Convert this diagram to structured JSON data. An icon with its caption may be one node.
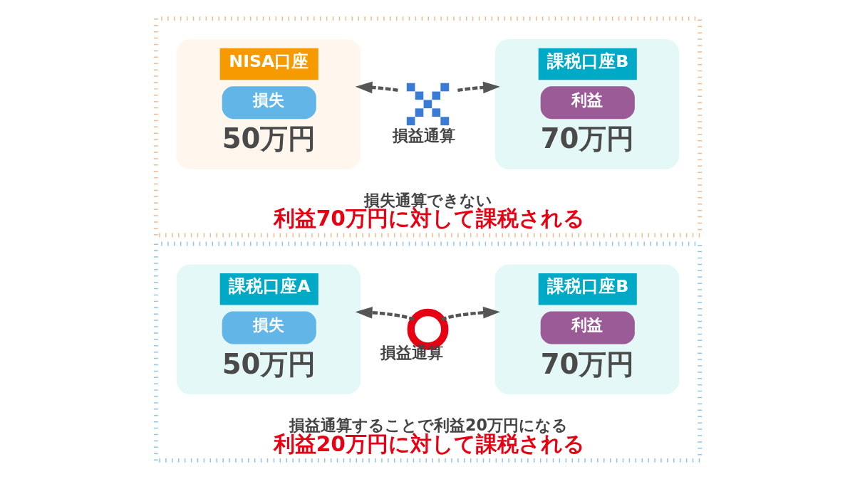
{
  "diagram": {
    "nodes": [
      {
        "text": [
          "損益通算することで利益20万円になる",
          "利益20万円に対して課税される"
        ]
      },
      {
        "text": [
          "課税口座A",
          "損失",
          "50万円"
        ],
        "in": 0
      },
      {
        "text": [],
        "shape": "circle",
        "beside": [
          "損益通算"
        ],
        "in": 0
      },
      {
        "text": [
          "課税口座B",
          "利益",
          "70万円"
        ],
        "in": 0
      },
      {
        "text": [
          "損失通算できない",
          "利益70万円に対して課税される"
        ]
      },
      {
        "text": [
          "NISA口座",
          "損失",
          "50万円"
        ],
        "in": 4
      },
      {
        "text": [],
        "shape": "cross",
        "beside": [
          "損益通算"
        ],
        "in": 4
      },
      {
        "text": [
          "課税口座B",
          "利益",
          "70万円"
        ],
        "in": 4
      }
    ],
    "edges": [
      {
        "from": 2,
        "to": 1,
        "arrow": "to",
        "style": "dashed"
      },
      {
        "from": 2,
        "to": 3,
        "arrow": "to",
        "style": "dashed"
      },
      {
        "from": 6,
        "to": 5,
        "arrow": "to",
        "style": "dashed"
      },
      {
        "from": 6,
        "to": 7,
        "arrow": "to",
        "style": "dashed"
      }
    ]
  }
}
